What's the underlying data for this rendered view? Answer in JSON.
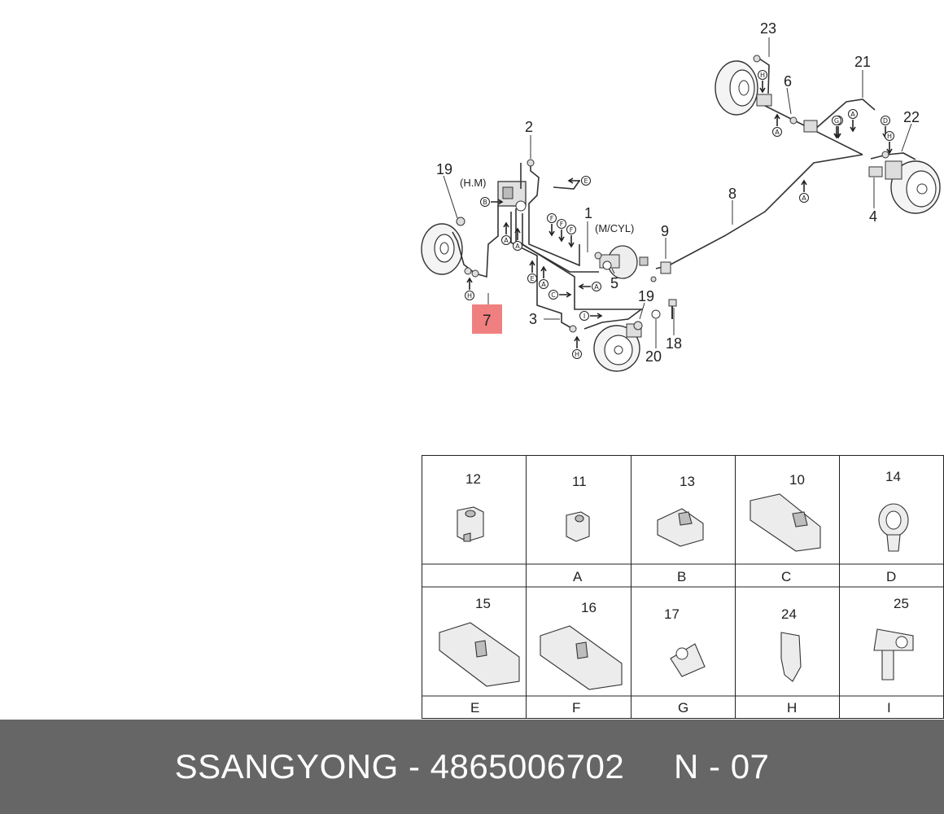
{
  "diagram": {
    "part_labels": {
      "p1": "1",
      "p2": "2",
      "p3": "3",
      "p4": "4",
      "p5": "5",
      "p6": "6",
      "p7": "7",
      "p8": "8",
      "p9": "9",
      "p18": "18",
      "p19a": "19",
      "p19b": "19",
      "p20": "20",
      "p21": "21",
      "p22": "22",
      "p23": "23"
    },
    "assembly_labels": {
      "hm": "(H.M)",
      "mcyl": "(M/CYL)"
    },
    "clip_callouts": [
      "A",
      "A",
      "A",
      "A",
      "A",
      "A",
      "A",
      "B",
      "C",
      "D",
      "E",
      "E",
      "E",
      "F",
      "F",
      "F",
      "G",
      "H",
      "H",
      "H",
      "H",
      "I"
    ],
    "highlighted_part": "7",
    "highlight_color": "#f08080"
  },
  "clip_table": {
    "rows": [
      [
        {
          "number": "12",
          "letter": ""
        },
        {
          "number": "11",
          "letter": "A"
        },
        {
          "number": "13",
          "letter": "B"
        },
        {
          "number": "10",
          "letter": "C"
        },
        {
          "number": "14",
          "letter": "D"
        }
      ],
      [
        {
          "number": "15",
          "letter": "E"
        },
        {
          "number": "16",
          "letter": "F"
        },
        {
          "number": "17",
          "letter": "G"
        },
        {
          "number": "24",
          "letter": "H"
        },
        {
          "number": "25",
          "letter": "I"
        }
      ]
    ]
  },
  "footer": {
    "text": "SSANGYONG - 4865006702     N - 07",
    "background": "#666666",
    "text_color": "#ffffff"
  }
}
